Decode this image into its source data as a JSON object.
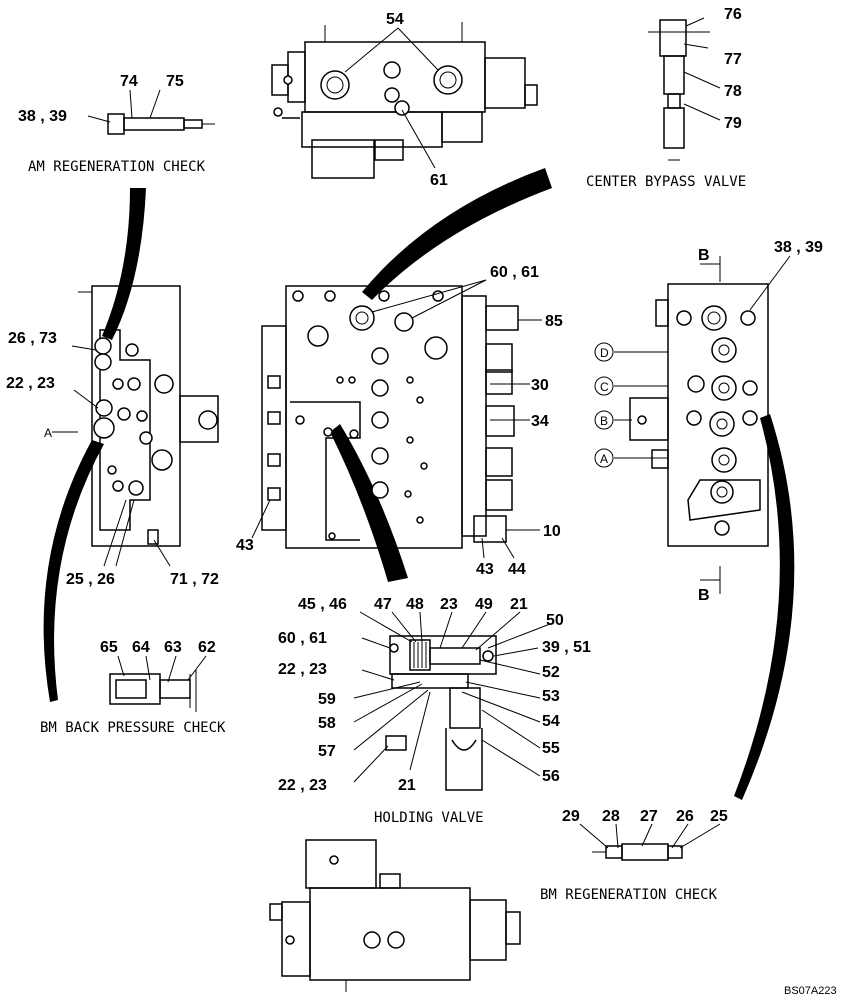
{
  "captions": {
    "am_regeneration_check": "AM REGENERATION CHECK",
    "center_bypass_valve": "CENTER BYPASS VALVE",
    "bm_back_pressure_check": "BM BACK PRESSURE CHECK",
    "holding_valve": "HOLDING VALVE",
    "bm_regeneration_check": "BM REGENERATION CHECK"
  },
  "section_markers": {
    "a_arrow": "A",
    "b_top": "B",
    "b_bottom": "B"
  },
  "port_letters": [
    "D",
    "C",
    "B",
    "A"
  ],
  "drawing_code": "BS07A223",
  "callouts": {
    "top_valve": [
      "54",
      "61"
    ],
    "am_check": [
      "74",
      "75",
      "38 , 39"
    ],
    "bypass": [
      "76",
      "77",
      "78",
      "79"
    ],
    "left_view": [
      "26 , 73",
      "22 , 23",
      "25 , 26",
      "71 , 72"
    ],
    "center_view": [
      "60 , 61",
      "85",
      "30",
      "34",
      "10",
      "43",
      "43",
      "44"
    ],
    "right_view": [
      "38 , 39"
    ],
    "holding": [
      "45 , 46",
      "47",
      "48",
      "23",
      "49",
      "21",
      "50",
      "39 , 51",
      "60 , 61",
      "52",
      "22 , 23",
      "53",
      "59",
      "54",
      "58",
      "55",
      "57",
      "56",
      "22 , 23",
      "21"
    ],
    "bm_back": [
      "65",
      "64",
      "63",
      "62"
    ],
    "bm_regen": [
      "29",
      "28",
      "27",
      "26",
      "25"
    ]
  }
}
